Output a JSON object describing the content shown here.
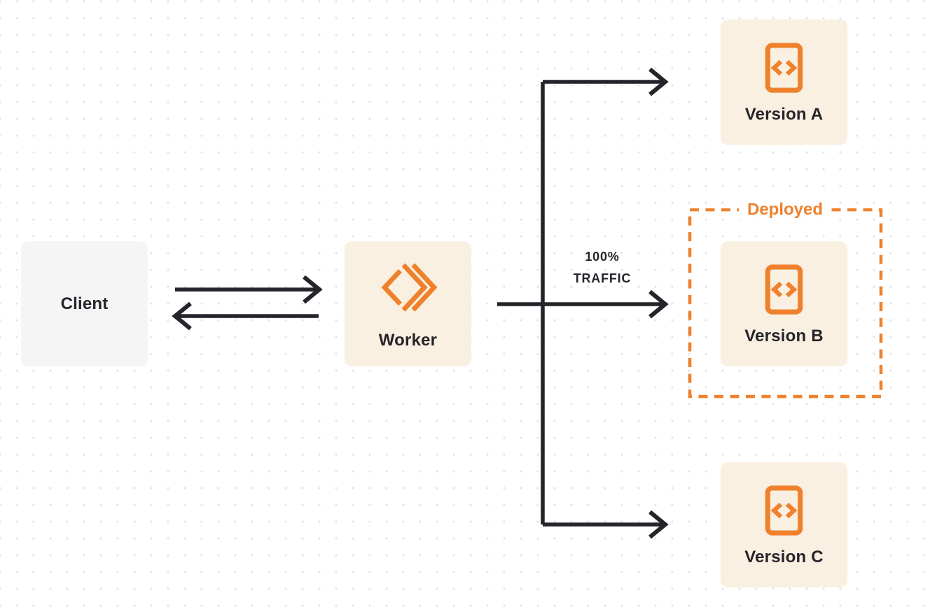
{
  "colors": {
    "accent_orange": "#EF812C",
    "node_cream_bg": "#FAF0E1",
    "node_gray_bg": "#F5F5F6",
    "connector_dark": "#26232A",
    "text_dark": "#26232A",
    "dot_grid": "#E6E5E9",
    "page_bg": "#FFFFFF"
  },
  "nodes": {
    "client": {
      "label": "Client"
    },
    "worker": {
      "label": "Worker",
      "icon": "workers-logo-icon"
    },
    "version_a": {
      "label": "Version A",
      "icon": "code-file-icon"
    },
    "version_b": {
      "label": "Version B",
      "icon": "code-file-icon"
    },
    "version_c": {
      "label": "Version C",
      "icon": "code-file-icon"
    }
  },
  "annotations": {
    "deployed": "Deployed",
    "traffic_line1": "100%",
    "traffic_line2": "TRAFFIC"
  }
}
